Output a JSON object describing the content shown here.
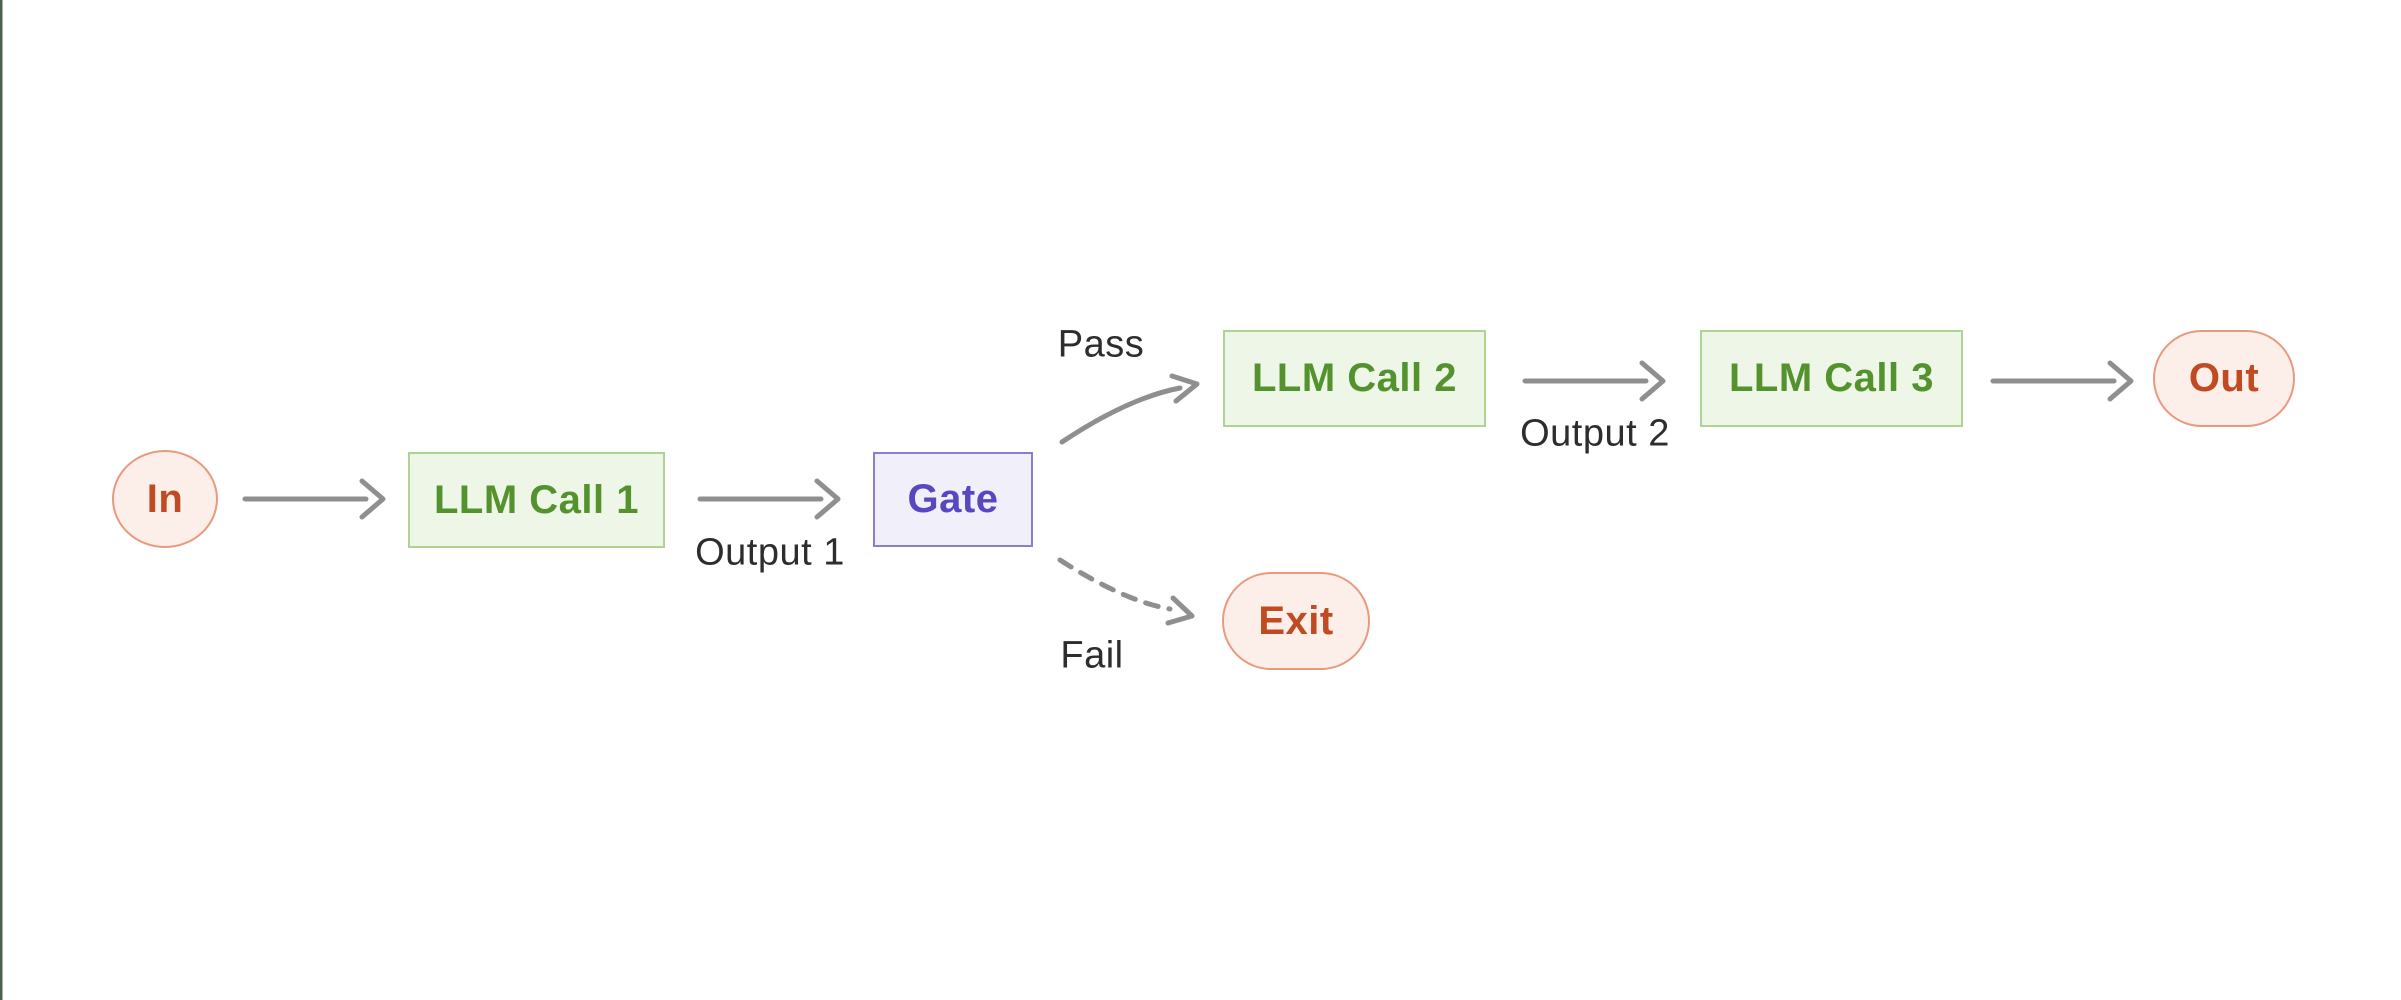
{
  "diagram": {
    "type": "flowchart",
    "description": "Prompt-chaining workflow: In -> LLM Call 1 -> Gate; Gate passes to LLM Call 2 -> LLM Call 3 -> Out, or fails to Exit",
    "nodes": {
      "in": {
        "label": "In",
        "shape": "ellipse",
        "kind": "terminal"
      },
      "llm1": {
        "label": "LLM Call 1",
        "shape": "rectangle",
        "kind": "llm-step"
      },
      "gate": {
        "label": "Gate",
        "shape": "rectangle",
        "kind": "decision"
      },
      "llm2": {
        "label": "LLM Call 2",
        "shape": "rectangle",
        "kind": "llm-step"
      },
      "llm3": {
        "label": "LLM Call 3",
        "shape": "rectangle",
        "kind": "llm-step"
      },
      "out": {
        "label": "Out",
        "shape": "pill",
        "kind": "terminal"
      },
      "exit": {
        "label": "Exit",
        "shape": "pill",
        "kind": "terminal"
      }
    },
    "edge_labels": {
      "output1": "Output 1",
      "pass": "Pass",
      "output2": "Output 2",
      "fail": "Fail"
    },
    "edges": [
      {
        "from": "in",
        "to": "llm2_row",
        "label": "",
        "style": "solid"
      },
      {
        "from": "llm1",
        "to": "gate",
        "label": "Output 1",
        "style": "solid"
      },
      {
        "from": "gate",
        "to": "llm2",
        "label": "Pass",
        "style": "solid"
      },
      {
        "from": "gate",
        "to": "exit",
        "label": "Fail",
        "style": "dashed"
      },
      {
        "from": "llm2",
        "to": "llm3",
        "label": "Output 2",
        "style": "solid"
      },
      {
        "from": "llm3",
        "to": "out",
        "label": "",
        "style": "solid"
      }
    ]
  },
  "colors": {
    "background": "#ffffff",
    "left_accent_line": "#47634e",
    "arrow": "#8f8f8f",
    "edge_label_text": "#2d2d2d",
    "llm_box_fill": "#eef6e8",
    "llm_box_border": "#afd295",
    "llm_box_text": "#53922c",
    "gate_box_fill": "#f1f0fa",
    "gate_box_border": "#8a7ed1",
    "gate_box_text": "#5748c0",
    "terminal_fill": "#fcefe9",
    "terminal_border": "#e9997d",
    "terminal_text": "#c04a22"
  }
}
